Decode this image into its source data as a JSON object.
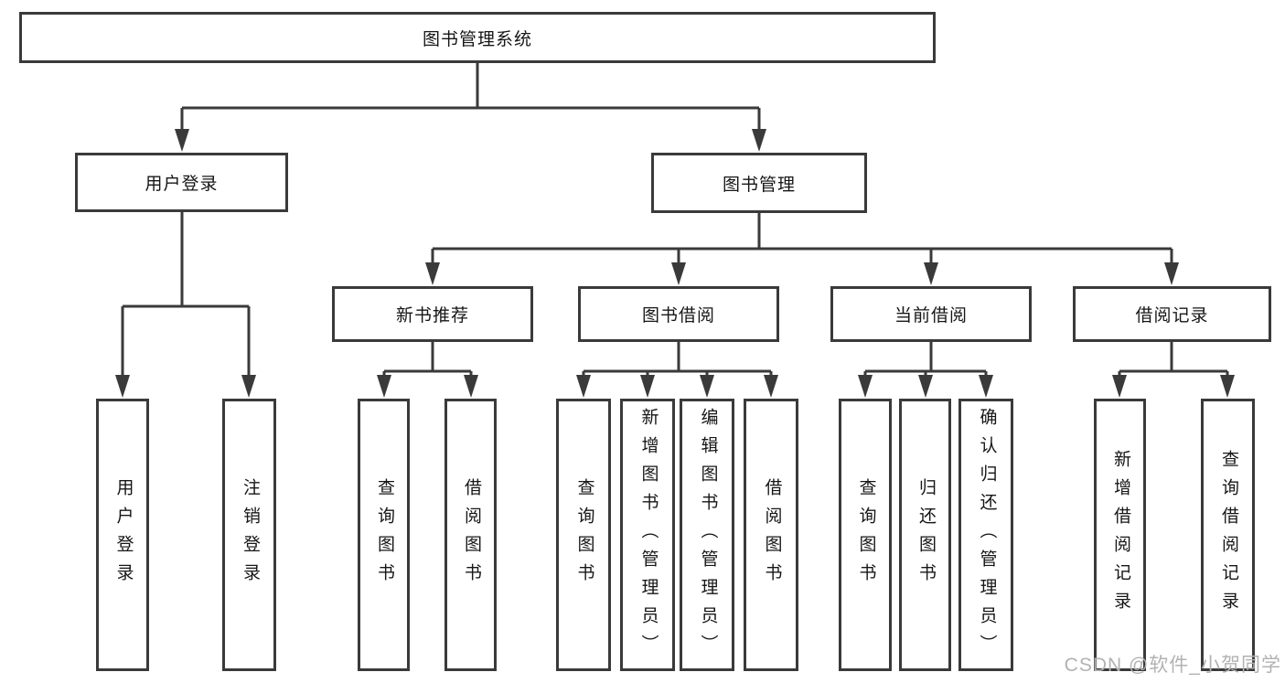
{
  "diagram": {
    "root": {
      "label": "图书管理系统",
      "children": [
        {
          "label": "用户登录",
          "children": [
            {
              "label": "用户登录"
            },
            {
              "label": "注销登录"
            }
          ]
        },
        {
          "label": "图书管理",
          "children": [
            {
              "label": "新书推荐",
              "children": [
                {
                  "label": "查询图书"
                },
                {
                  "label": "借阅图书"
                }
              ]
            },
            {
              "label": "图书借阅",
              "children": [
                {
                  "label": "查询图书"
                },
                {
                  "label": "新增图书（管理员）"
                },
                {
                  "label": "编辑图书（管理员）"
                },
                {
                  "label": "借阅图书"
                }
              ]
            },
            {
              "label": "当前借阅",
              "children": [
                {
                  "label": "查询图书"
                },
                {
                  "label": "归还图书"
                },
                {
                  "label": "确认归还（管理员）"
                }
              ]
            },
            {
              "label": "借阅记录",
              "children": [
                {
                  "label": "新增借阅记录"
                },
                {
                  "label": "查询借阅记录"
                }
              ]
            }
          ]
        }
      ]
    }
  },
  "watermark": {
    "text": "CSDN @软件_小贺同学"
  },
  "colors": {
    "line": "#3a3a3a",
    "text": "#161616",
    "watermark": "#b2b2b2",
    "background": "#ffffff"
  }
}
